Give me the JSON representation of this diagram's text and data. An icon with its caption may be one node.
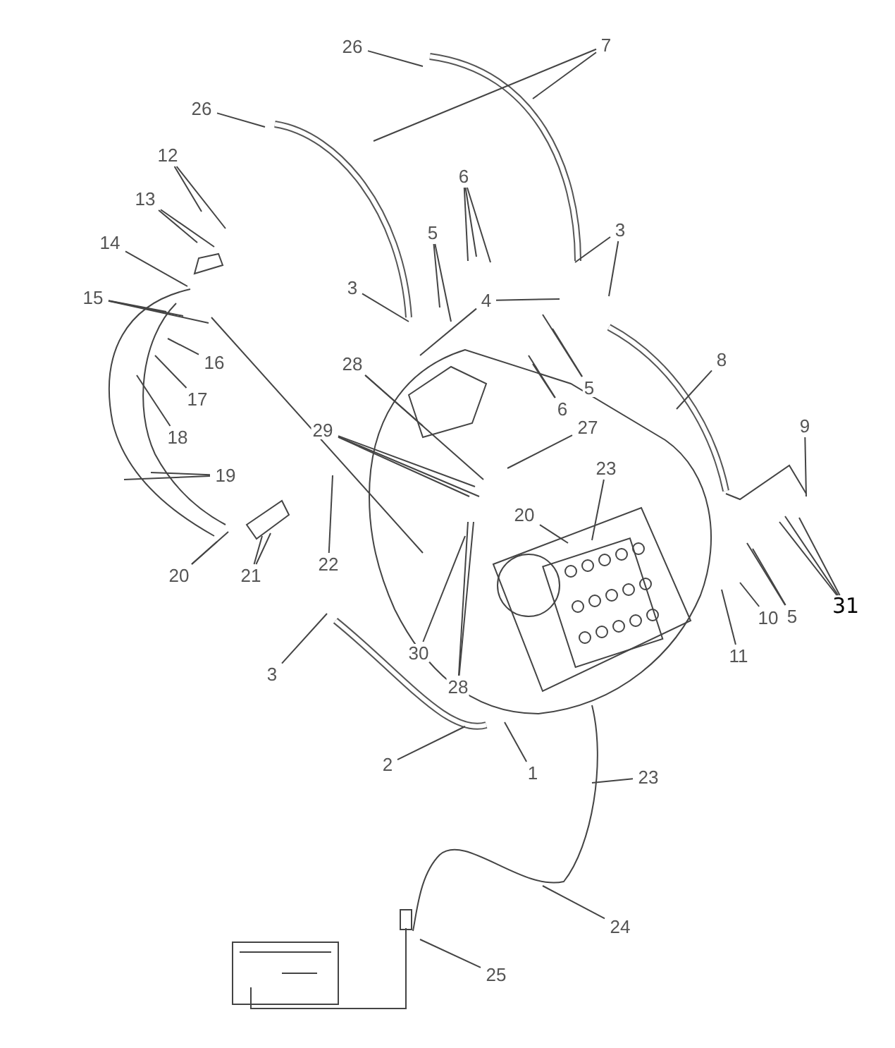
{
  "diagram": {
    "nodes": [
      {
        "text": [
          "26"
        ]
      },
      {
        "text": [
          "7"
        ]
      },
      {
        "text": [
          "26"
        ]
      },
      {
        "text": [
          "12"
        ]
      },
      {
        "text": [
          "6"
        ]
      },
      {
        "text": [
          "13"
        ]
      },
      {
        "text": [
          "5"
        ]
      },
      {
        "text": [
          "3"
        ]
      },
      {
        "text": [
          "14"
        ]
      },
      {
        "text": [
          "3"
        ]
      },
      {
        "text": [
          "15"
        ]
      },
      {
        "text": [
          "4"
        ]
      },
      {
        "text": [
          "16"
        ]
      },
      {
        "text": [
          "8"
        ]
      },
      {
        "text": [
          "28"
        ]
      },
      {
        "text": [
          "5"
        ]
      },
      {
        "text": [
          "17"
        ]
      },
      {
        "text": [
          "6"
        ]
      },
      {
        "text": [
          "9"
        ]
      },
      {
        "text": [
          "27"
        ]
      },
      {
        "text": [
          "29"
        ]
      },
      {
        "text": [
          "18"
        ]
      },
      {
        "text": [
          "23"
        ]
      },
      {
        "text": [
          "19"
        ]
      },
      {
        "text": [
          "20"
        ]
      },
      {
        "text": [
          "22"
        ]
      },
      {
        "text": [
          "20"
        ]
      },
      {
        "text": [
          "21"
        ]
      },
      {
        "text": [
          "31"
        ]
      },
      {
        "text": [
          "5"
        ]
      },
      {
        "text": [
          "10"
        ]
      },
      {
        "text": [
          "30"
        ]
      },
      {
        "text": [
          "11"
        ]
      },
      {
        "text": [
          "3"
        ]
      },
      {
        "text": [
          "28"
        ]
      },
      {
        "text": [
          "2"
        ]
      },
      {
        "text": [
          "1"
        ]
      },
      {
        "text": [
          "23"
        ]
      },
      {
        "text": [
          "24"
        ]
      },
      {
        "text": [
          "25"
        ]
      }
    ],
    "edges": [
      {
        "from": 0,
        "to": null,
        "arrow": "none"
      },
      {
        "from": 1,
        "to": null,
        "arrow": "none"
      },
      {
        "from": 1,
        "to": null,
        "arrow": "none"
      },
      {
        "from": 2,
        "to": null,
        "arrow": "none"
      },
      {
        "from": 3,
        "to": null,
        "arrow": "none"
      },
      {
        "from": 3,
        "to": null,
        "arrow": "none"
      },
      {
        "from": 4,
        "to": null,
        "arrow": "none"
      },
      {
        "from": 4,
        "to": null,
        "arrow": "none"
      },
      {
        "from": 4,
        "to": null,
        "arrow": "none"
      },
      {
        "from": 5,
        "to": null,
        "arrow": "none"
      },
      {
        "from": 5,
        "to": null,
        "arrow": "none"
      },
      {
        "from": 6,
        "to": null,
        "arrow": "none"
      },
      {
        "from": 6,
        "to": null,
        "arrow": "none"
      },
      {
        "from": 7,
        "to": null,
        "arrow": "none"
      },
      {
        "from": 7,
        "to": null,
        "arrow": "none"
      },
      {
        "from": 8,
        "to": null,
        "arrow": "none"
      },
      {
        "from": 9,
        "to": null,
        "arrow": "none"
      },
      {
        "from": 10,
        "to": null,
        "arrow": "none"
      },
      {
        "from": 10,
        "to": null,
        "arrow": "none"
      },
      {
        "from": 10,
        "to": null,
        "arrow": "none"
      },
      {
        "from": 11,
        "to": null,
        "arrow": "none"
      },
      {
        "from": 11,
        "to": null,
        "arrow": "none"
      },
      {
        "from": 12,
        "to": null,
        "arrow": "none"
      },
      {
        "from": 13,
        "to": null,
        "arrow": "none"
      },
      {
        "from": 14,
        "to": null,
        "arrow": "none"
      },
      {
        "from": 14,
        "to": null,
        "arrow": "none"
      },
      {
        "from": 15,
        "to": null,
        "arrow": "none"
      },
      {
        "from": 15,
        "to": null,
        "arrow": "none"
      },
      {
        "from": 16,
        "to": null,
        "arrow": "none"
      },
      {
        "from": 17,
        "to": null,
        "arrow": "none"
      },
      {
        "from": 17,
        "to": null,
        "arrow": "none"
      },
      {
        "from": 18,
        "to": null,
        "arrow": "none"
      },
      {
        "from": 19,
        "to": null,
        "arrow": "none"
      },
      {
        "from": 20,
        "to": null,
        "arrow": "none"
      },
      {
        "from": 20,
        "to": null,
        "arrow": "none"
      },
      {
        "from": 20,
        "to": null,
        "arrow": "none"
      },
      {
        "from": 21,
        "to": null,
        "arrow": "none"
      },
      {
        "from": 22,
        "to": null,
        "arrow": "none"
      },
      {
        "from": 23,
        "to": null,
        "arrow": "none"
      },
      {
        "from": 23,
        "to": null,
        "arrow": "none"
      },
      {
        "from": 24,
        "to": null,
        "arrow": "none"
      },
      {
        "from": 25,
        "to": null,
        "arrow": "none"
      },
      {
        "from": 26,
        "to": null,
        "arrow": "none"
      },
      {
        "from": 26,
        "to": null,
        "arrow": "none"
      },
      {
        "from": 27,
        "to": null,
        "arrow": "none"
      },
      {
        "from": 27,
        "to": null,
        "arrow": "none"
      },
      {
        "from": 28,
        "to": null,
        "arrow": "none"
      },
      {
        "from": 28,
        "to": null,
        "arrow": "none"
      },
      {
        "from": 28,
        "to": null,
        "arrow": "none"
      },
      {
        "from": 29,
        "to": null,
        "arrow": "none"
      },
      {
        "from": 29,
        "to": null,
        "arrow": "none"
      },
      {
        "from": 30,
        "to": null,
        "arrow": "none"
      },
      {
        "from": 31,
        "to": null,
        "arrow": "none"
      },
      {
        "from": 32,
        "to": null,
        "arrow": "none"
      },
      {
        "from": 33,
        "to": null,
        "arrow": "none"
      },
      {
        "from": 34,
        "to": null,
        "arrow": "none"
      },
      {
        "from": 34,
        "to": null,
        "arrow": "none"
      },
      {
        "from": 35,
        "to": null,
        "arrow": "none"
      },
      {
        "from": 36,
        "to": null,
        "arrow": "none"
      },
      {
        "from": 37,
        "to": null,
        "arrow": "none"
      },
      {
        "from": 38,
        "to": null,
        "arrow": "none"
      },
      {
        "from": 39,
        "to": null,
        "arrow": "none"
      }
    ]
  }
}
